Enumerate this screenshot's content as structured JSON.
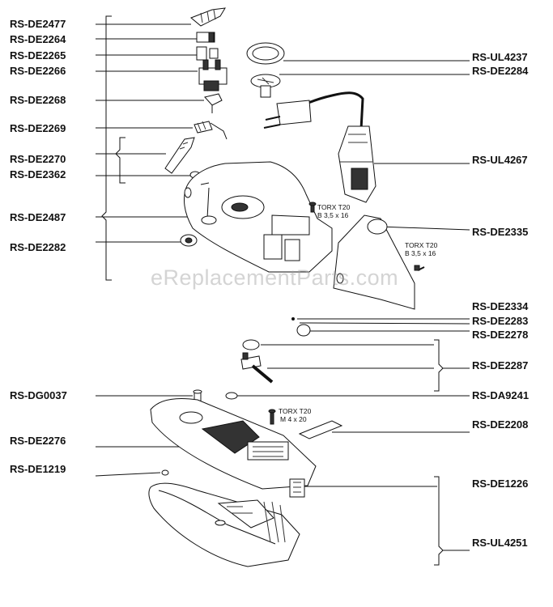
{
  "watermark": "eReplacementParts.com",
  "left_labels": [
    "RS-DE2477",
    "RS-DE2264",
    "RS-DE2265",
    "RS-DE2266",
    "RS-DE2268",
    "RS-DE2269",
    "RS-DE2270",
    "RS-DE2362",
    "RS-DE2487",
    "RS-DE2282",
    "RS-DG0037",
    "RS-DE2276",
    "RS-DE1219"
  ],
  "right_labels": [
    "RS-UL4237",
    "RS-DE2284",
    "RS-UL4267",
    "RS-DE2335",
    "RS-DE2334",
    "RS-DE2283",
    "RS-DE2278",
    "RS-DE2287",
    "RS-DA9241",
    "RS-DE2208",
    "RS-DE1226",
    "RS-UL4251"
  ],
  "notes": {
    "screw_1_line1": "TORX T20",
    "screw_1_line2": "B 3,5 x 16",
    "screw_2_line1": "TORX T20",
    "screw_2_line2": "B 3,5 x 16",
    "screw_3_line1": "TORX T20",
    "screw_3_line2": "M 4 x 20"
  },
  "colors": {
    "line": "#111111",
    "part_fill": "#ffffff",
    "shade": "#333333"
  }
}
